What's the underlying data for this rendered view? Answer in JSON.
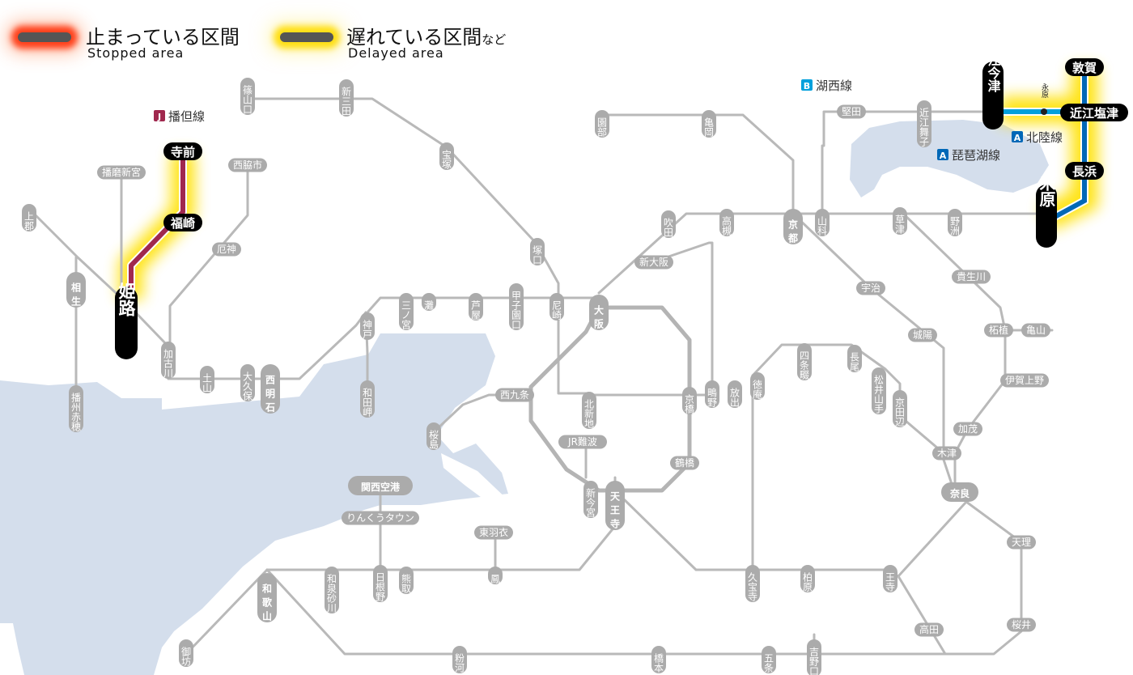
{
  "legend": {
    "stopped": {
      "label": "止まっている区間",
      "sub": "Stopped area",
      "color": "#ff3300"
    },
    "delayed": {
      "label": "遅れている区間",
      "suffix": "など",
      "sub": "Delayed area",
      "color": "#ffd800"
    }
  },
  "lines": {
    "bantan": {
      "code": "J",
      "name": "播但線",
      "color": "#a0284e",
      "status": "stopped"
    },
    "kosei": {
      "code": "B",
      "name": "湖西線",
      "color": "#00a0dc",
      "status": "delayed"
    },
    "hokuriku": {
      "code": "A",
      "name": "北陸線",
      "color": "#0068b7",
      "status": "delayed"
    },
    "biwako": {
      "code": "A",
      "name": "琵琶湖線",
      "color": "#0068b7"
    }
  },
  "affected_stations": {
    "teramae": "寺前",
    "fukusaki": "福崎",
    "himeji": "姫路",
    "tsuruga": "敦賀",
    "omi_shiotsu": "近江塩津",
    "nagahama": "長浜",
    "maibara": "米原",
    "omi_imazu": "近江今津",
    "nagahara": "永原"
  },
  "stations": {
    "sasayamaguchi": "篠山口",
    "shinsanda": "新三田",
    "takarazuka": "宝塚",
    "sonobe": "園部",
    "kameoka": "亀岡",
    "katata": "堅田",
    "omimaiko": "近江舞子",
    "nishiwakishi": "西脇市",
    "harimashinmiya": "播磨新宮",
    "kamigori": "上郡",
    "aioi": "相生",
    "yashiro": "厄神",
    "kakogawa": "加古川",
    "banshuako": "播州赤穂",
    "doyama": "土山",
    "ookubo": "大久保",
    "nishiakashi": "西明石",
    "sannomiya": "三ノ宮",
    "nada": "灘",
    "ashiya": "芦屋",
    "koshienguchi": "甲子園口",
    "amagasaki": "尼崎",
    "kobe": "神戸",
    "wadamisaki": "和田岬",
    "tsukaguchi": "塚口",
    "osaka": "大阪",
    "shinosaka": "新大阪",
    "suita": "吹田",
    "takatsuki": "高槻",
    "kyoto": "京都",
    "yamashina": "山科",
    "kusatsu": "草津",
    "yasu": "野洲",
    "uji": "宇治",
    "kibukawa": "貴生川",
    "joyo": "城陽",
    "tsuge": "柘植",
    "kameyama": "亀山",
    "igaueno": "伊賀上野",
    "kamo": "加茂",
    "kizu": "木津",
    "nara": "奈良",
    "tenri": "天理",
    "sakurai": "桜井",
    "oji": "王寺",
    "takada": "高田",
    "kashiwara": "柏原",
    "kyuhoji": "久宝寺",
    "shijonawate": "四条畷",
    "nagao": "長尾",
    "matsuiyamate": "松井山手",
    "kyotanabe": "京田辺",
    "tokuan": "徳庵",
    "hanaten": "放出",
    "shigino": "鴫野",
    "kyobashi": "京橋",
    "kitashinchi": "北新地",
    "nishikujo": "西九条",
    "sakurajima": "桜島",
    "jrnamba": "JR難波",
    "shinimamiya": "新今宮",
    "tennoji": "天王寺",
    "tsuruhashi": "鶴橋",
    "kanku": "関西空港",
    "rinku": "りんくうタウン",
    "higashihagoromo": "東羽衣",
    "otori": "鳳",
    "hineno": "日根野",
    "kumatori": "熊取",
    "izumisunagawa": "和泉砂川",
    "wakayama": "和歌山",
    "gobo": "御坊",
    "kokawa": "粉河",
    "hashimoto": "橋本",
    "gojo": "五条",
    "yoshinoguchi": "吉野口"
  }
}
